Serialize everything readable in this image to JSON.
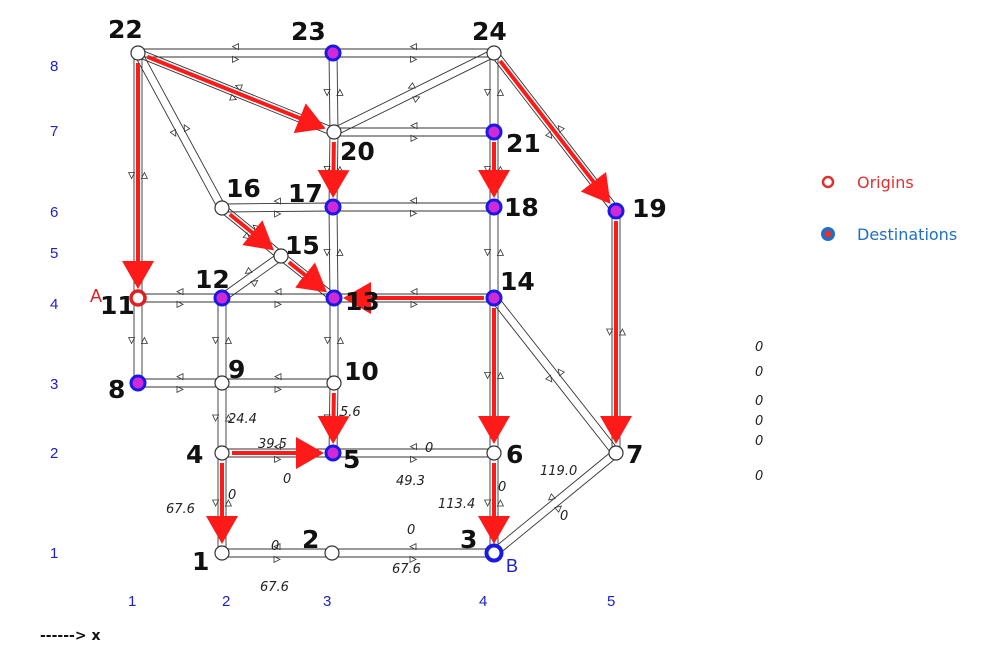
{
  "diagram": {
    "y_axis_labels": [
      "8",
      "7",
      "6",
      "5",
      "4",
      "3",
      "2",
      "1"
    ],
    "x_axis_labels": [
      "1",
      "2",
      "3",
      "4",
      "5"
    ],
    "x_axis_caption": "------> x",
    "nodes": [
      "22",
      "23",
      "24",
      "20",
      "21",
      "16",
      "17",
      "18",
      "19",
      "15",
      "12",
      "13",
      "14",
      "11",
      "8",
      "9",
      "10",
      "4",
      "5",
      "6",
      "7",
      "1",
      "2",
      "3"
    ],
    "origin_node": "11",
    "origin_marker": "A",
    "destination_marker": "B",
    "destination_nodes": [
      "23",
      "21",
      "17",
      "18",
      "19",
      "12",
      "13",
      "14",
      "8",
      "5"
    ],
    "edge_labels": [
      "24.4",
      "5.6",
      "39.5",
      "0",
      "0",
      "49.3",
      "67.6",
      "0",
      "113.4",
      "0",
      "119.0",
      "0",
      "0",
      "0",
      "67.6",
      "67.6"
    ],
    "side_values": [
      "0",
      "0",
      "0",
      "0",
      "0",
      "0"
    ],
    "path_edges": [
      [
        "22",
        "20"
      ],
      [
        "20",
        "17"
      ],
      [
        "22",
        "11"
      ],
      [
        "24",
        "19"
      ],
      [
        "21",
        "18"
      ],
      [
        "16",
        "15"
      ],
      [
        "15",
        "13"
      ],
      [
        "14",
        "13"
      ],
      [
        "14",
        "6"
      ],
      [
        "19",
        "7"
      ],
      [
        "10",
        "5"
      ],
      [
        "4",
        "5"
      ],
      [
        "4",
        "1"
      ],
      [
        "6",
        "3"
      ]
    ],
    "colors": {
      "path": "#ff1a1a",
      "destination_ring": "#1a1ae6",
      "destination_fill": "#d02ad8",
      "origin": "#e02020",
      "axis": "#2020c8"
    }
  },
  "legend": {
    "origins_label": "Origins",
    "destinations_label": "Destinations"
  }
}
